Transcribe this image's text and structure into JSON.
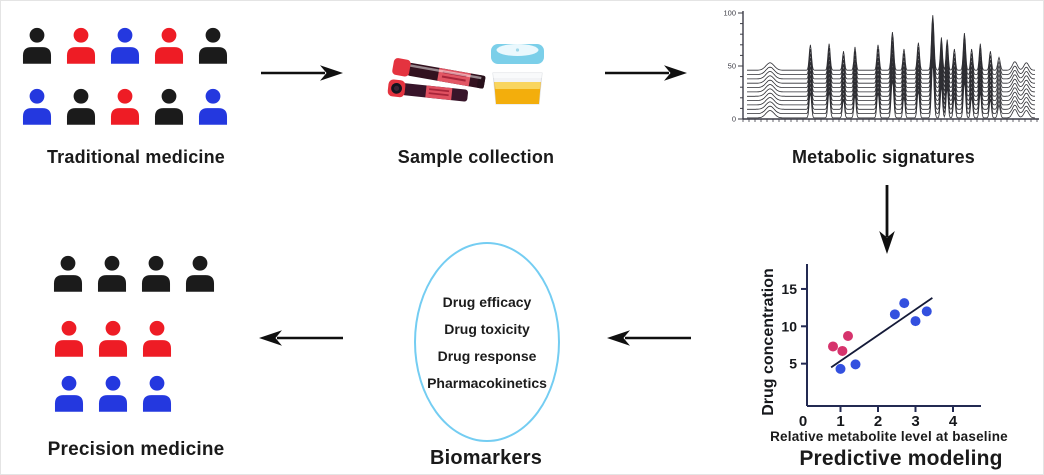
{
  "figure": {
    "background": "#ffffff",
    "sections": {
      "traditional_medicine": {
        "label": "Traditional medicine",
        "person_rows": [
          [
            "black",
            "red",
            "blue",
            "red",
            "black"
          ],
          [
            "blue",
            "black",
            "red",
            "black",
            "blue"
          ]
        ]
      },
      "sample_collection": {
        "label": "Sample collection",
        "icons": [
          "blood-collection-tubes",
          "urine-specimen-cup"
        ]
      },
      "metabolic_signatures": {
        "label": "Metabolic signatures"
      },
      "predictive_modeling": {
        "label": "Predictive modeling"
      },
      "biomarkers": {
        "label": "Biomarkers",
        "items": [
          "Drug efficacy",
          "Drug toxicity",
          "Drug response",
          "Pharmacokinetics"
        ]
      },
      "precision_medicine": {
        "label": "Precision medicine",
        "person_rows": [
          [
            "black",
            "black",
            "black",
            "black"
          ],
          [
            "red",
            "red",
            "red"
          ],
          [
            "blue",
            "blue",
            "blue"
          ]
        ]
      }
    },
    "colors": {
      "person": {
        "black": "#1b1b1b",
        "red": "#ee1c25",
        "blue": "#2438df"
      },
      "arrow": "#101010",
      "ellipse_stroke": "#74cdf2",
      "label_text": "#1a1a1a",
      "spectra_trace": "#2e2e33",
      "scatter_axis": "#232a52"
    }
  },
  "chart_data": [
    {
      "id": "metabolic_signatures",
      "type": "line",
      "title": "Metabolic signatures",
      "xlabel": "",
      "ylabel": "",
      "yticks": [
        0,
        50,
        100
      ],
      "ylim": [
        0,
        105
      ],
      "grid": false,
      "legend": "none",
      "n_traces": 12,
      "trace_baseline_top": 46,
      "trace_baseline_bottom": 1,
      "peaks": [
        {
          "x": 8,
          "h": 7,
          "w": 2.0
        },
        {
          "x": 22,
          "h": 24,
          "w": 0.55
        },
        {
          "x": 28.5,
          "h": 25,
          "w": 0.55
        },
        {
          "x": 33.5,
          "h": 18,
          "w": 0.5
        },
        {
          "x": 37.5,
          "h": 22,
          "w": 0.5
        },
        {
          "x": 45.5,
          "h": 24,
          "w": 0.55
        },
        {
          "x": 50.5,
          "h": 36,
          "w": 0.6
        },
        {
          "x": 54.5,
          "h": 20,
          "w": 0.5
        },
        {
          "x": 59.5,
          "h": 26,
          "w": 0.55
        },
        {
          "x": 64.5,
          "h": 52,
          "w": 0.6
        },
        {
          "x": 67.5,
          "h": 31,
          "w": 0.5
        },
        {
          "x": 69.5,
          "h": 29,
          "w": 0.5
        },
        {
          "x": 72,
          "h": 20,
          "w": 0.5
        },
        {
          "x": 75.5,
          "h": 35,
          "w": 0.55
        },
        {
          "x": 78,
          "h": 20,
          "w": 0.5
        },
        {
          "x": 81,
          "h": 25,
          "w": 0.5
        },
        {
          "x": 84.5,
          "h": 18,
          "w": 0.5
        },
        {
          "x": 87.5,
          "h": 12,
          "w": 0.6
        },
        {
          "x": 93,
          "h": 8,
          "w": 1.2
        },
        {
          "x": 97,
          "h": 7,
          "w": 1.2
        }
      ]
    },
    {
      "id": "predictive_modeling",
      "type": "scatter",
      "title": "Predictive modeling",
      "xlabel": "Relative  metabolite level at baseline",
      "ylabel": "Drug concentration",
      "xticks": [
        0,
        1,
        2,
        3,
        4
      ],
      "yticks": [
        5,
        10,
        15
      ],
      "xlim": [
        0,
        4.6
      ],
      "ylim": [
        0,
        18.5
      ],
      "grid": false,
      "legend": "none",
      "series": [
        {
          "name": "pink-points",
          "color": "#d6336c",
          "points": [
            [
              0.8,
              7.3
            ],
            [
              1.05,
              6.7
            ],
            [
              1.2,
              8.7
            ]
          ]
        },
        {
          "name": "blue-points",
          "color": "#3350df",
          "points": [
            [
              1.0,
              4.3
            ],
            [
              1.4,
              4.9
            ],
            [
              2.45,
              11.6
            ],
            [
              2.7,
              13.1
            ],
            [
              3.0,
              10.7
            ],
            [
              3.3,
              12.0
            ]
          ]
        }
      ],
      "trendline": {
        "x1": 0.75,
        "y1": 4.5,
        "x2": 3.45,
        "y2": 13.8,
        "color": "#141a38"
      }
    }
  ]
}
